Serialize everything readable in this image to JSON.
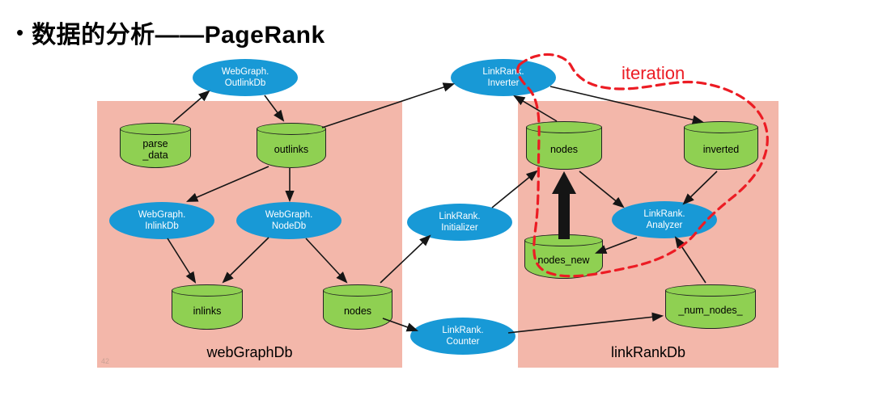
{
  "title": {
    "bullet": "•",
    "text": "数据的分析——PageRank"
  },
  "colors": {
    "box": "#f3b7aa",
    "process": "#1899d6",
    "db": "#8fd052",
    "iteration": "#ec1c24"
  },
  "groups": {
    "webgraph": {
      "label": "webGraphDb"
    },
    "linkrank": {
      "label": "linkRankDb"
    }
  },
  "processes": {
    "outlinkdb": {
      "lines": [
        "WebGraph.",
        "OutlinkDb"
      ]
    },
    "inverter": {
      "lines": [
        "LinkRank.",
        "Inverter"
      ]
    },
    "inlinkdb": {
      "lines": [
        "WebGraph.",
        "InlinkDb"
      ]
    },
    "nodedb": {
      "lines": [
        "WebGraph.",
        "NodeDb"
      ]
    },
    "initializer": {
      "lines": [
        "LinkRank.",
        "Initializer"
      ]
    },
    "analyzer": {
      "lines": [
        "LinkRank.",
        "Analyzer"
      ]
    },
    "counter": {
      "lines": [
        "LinkRank.",
        "Counter"
      ]
    }
  },
  "datastores": {
    "parse_data": {
      "lines": [
        "parse",
        "_data"
      ]
    },
    "outlinks": {
      "lines": [
        "outlinks"
      ]
    },
    "inlinks": {
      "lines": [
        "inlinks"
      ]
    },
    "nodes_web": {
      "lines": [
        "nodes"
      ]
    },
    "nodes_link": {
      "lines": [
        "nodes"
      ]
    },
    "inverted": {
      "lines": [
        "inverted"
      ]
    },
    "nodes_new": {
      "lines": [
        "nodes_new"
      ]
    },
    "num_nodes": {
      "lines": [
        "_num_nodes_"
      ]
    }
  },
  "annotations": {
    "iteration": "iteration",
    "page_number": "42"
  }
}
